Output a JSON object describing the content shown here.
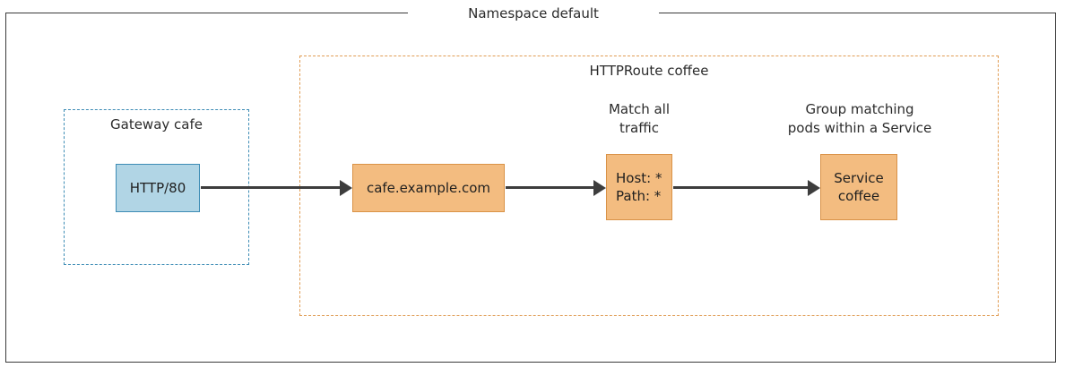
{
  "diagram": {
    "title": "Namespace default",
    "groups": {
      "gateway": {
        "label": "Gateway cafe",
        "border_color": "#3d8cb5",
        "style": "dashed"
      },
      "httproute": {
        "label": "HTTPRoute coffee",
        "border_color": "#e09c54",
        "style": "dashed"
      }
    },
    "nodes": {
      "listener": {
        "label": "HTTP/80",
        "fill": "#b1d5e5",
        "border": "#3d8cb5"
      },
      "hostname": {
        "label": "cafe.example.com",
        "fill": "#f3bc80",
        "border": "#d99247"
      },
      "match": {
        "line1": "Host: *",
        "line2": "Path: *",
        "fill": "#f3bc80",
        "border": "#d99247"
      },
      "backend": {
        "line1": "Service",
        "line2": "coffee",
        "fill": "#f3bc80",
        "border": "#d99247"
      }
    },
    "captions": {
      "match": {
        "line1": "Match all",
        "line2": "traffic"
      },
      "backend": {
        "line1": "Group matching",
        "line2": "pods within a Service"
      }
    },
    "outer_border_color": "#3a3a3a",
    "connector_color": "#3d3d3d"
  }
}
